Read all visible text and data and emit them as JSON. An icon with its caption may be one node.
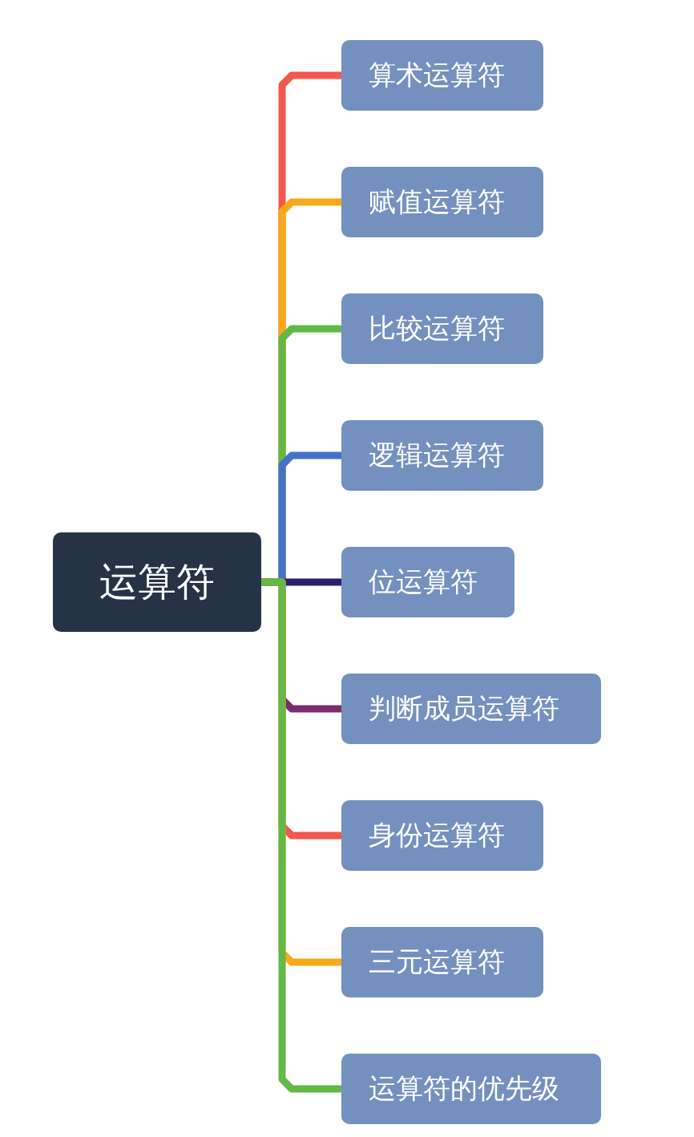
{
  "diagram": {
    "nodes": [
      {
        "text": [
          "运算符"
        ]
      },
      {
        "text": [
          "算术运算符"
        ]
      },
      {
        "text": [
          "赋值运算符"
        ]
      },
      {
        "text": [
          "比较运算符"
        ]
      },
      {
        "text": [
          "逻辑运算符"
        ]
      },
      {
        "text": [
          "位运算符"
        ]
      },
      {
        "text": [
          "判断成员运算符"
        ]
      },
      {
        "text": [
          "身份运算符"
        ]
      },
      {
        "text": [
          "三元运算符"
        ]
      },
      {
        "text": [
          "运算符的优先级"
        ]
      }
    ],
    "edges": [
      {
        "from": 0,
        "to": 1,
        "arrow": "none",
        "color": "#f4574b"
      },
      {
        "from": 0,
        "to": 2,
        "arrow": "none",
        "color": "#f9a81a"
      },
      {
        "from": 0,
        "to": 3,
        "arrow": "none",
        "color": "#62b946"
      },
      {
        "from": 0,
        "to": 4,
        "arrow": "none",
        "color": "#4174c9"
      },
      {
        "from": 0,
        "to": 5,
        "arrow": "none",
        "color": "#2c1f6b"
      },
      {
        "from": 0,
        "to": 6,
        "arrow": "none",
        "color": "#7a2c6c"
      },
      {
        "from": 0,
        "to": 7,
        "arrow": "none",
        "color": "#f4574b"
      },
      {
        "from": 0,
        "to": 8,
        "arrow": "none",
        "color": "#f9a81a"
      },
      {
        "from": 0,
        "to": 9,
        "arrow": "none",
        "color": "#62b946"
      }
    ]
  }
}
